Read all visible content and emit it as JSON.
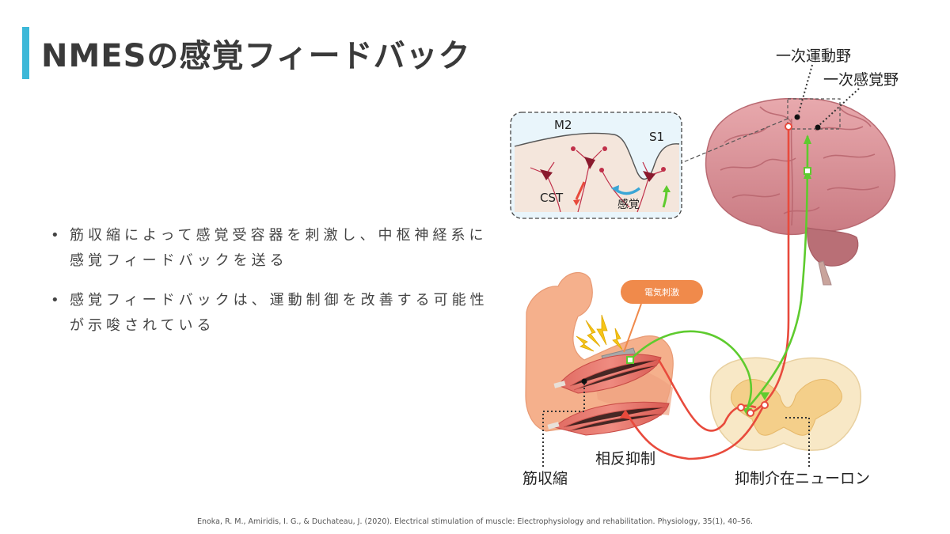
{
  "title": "NMESの感覚フィードバック",
  "bullets": [
    "筋収縮によって感覚受容器を刺激し、中枢神経系に感覚フィードバックを送る",
    "感覚フィードバックは、運動制御を改善する可能性が示唆されている"
  ],
  "diagram": {
    "label_m1": "一次運動野",
    "label_s1_area": "一次感覚野",
    "inset_m2": "M2",
    "inset_s1": "S1",
    "inset_cst": "CST",
    "inset_sense": "感覚",
    "stim_badge": "電気刺激",
    "label_contraction": "筋収縮",
    "label_reciprocal": "相反抑制",
    "label_interneuron": "抑制介在ニューロン"
  },
  "citation": "Enoka, R. M., Amiridis, I. G., & Duchateau, J. (2020). Electrical stimulation of muscle: Electrophysiology and rehabilitation. Physiology, 35(1), 40–56.",
  "colors": {
    "accent": "#3db8d8",
    "motor": "#e84a3c",
    "sensory": "#5ecb2e",
    "badge": "#f08a4b"
  }
}
